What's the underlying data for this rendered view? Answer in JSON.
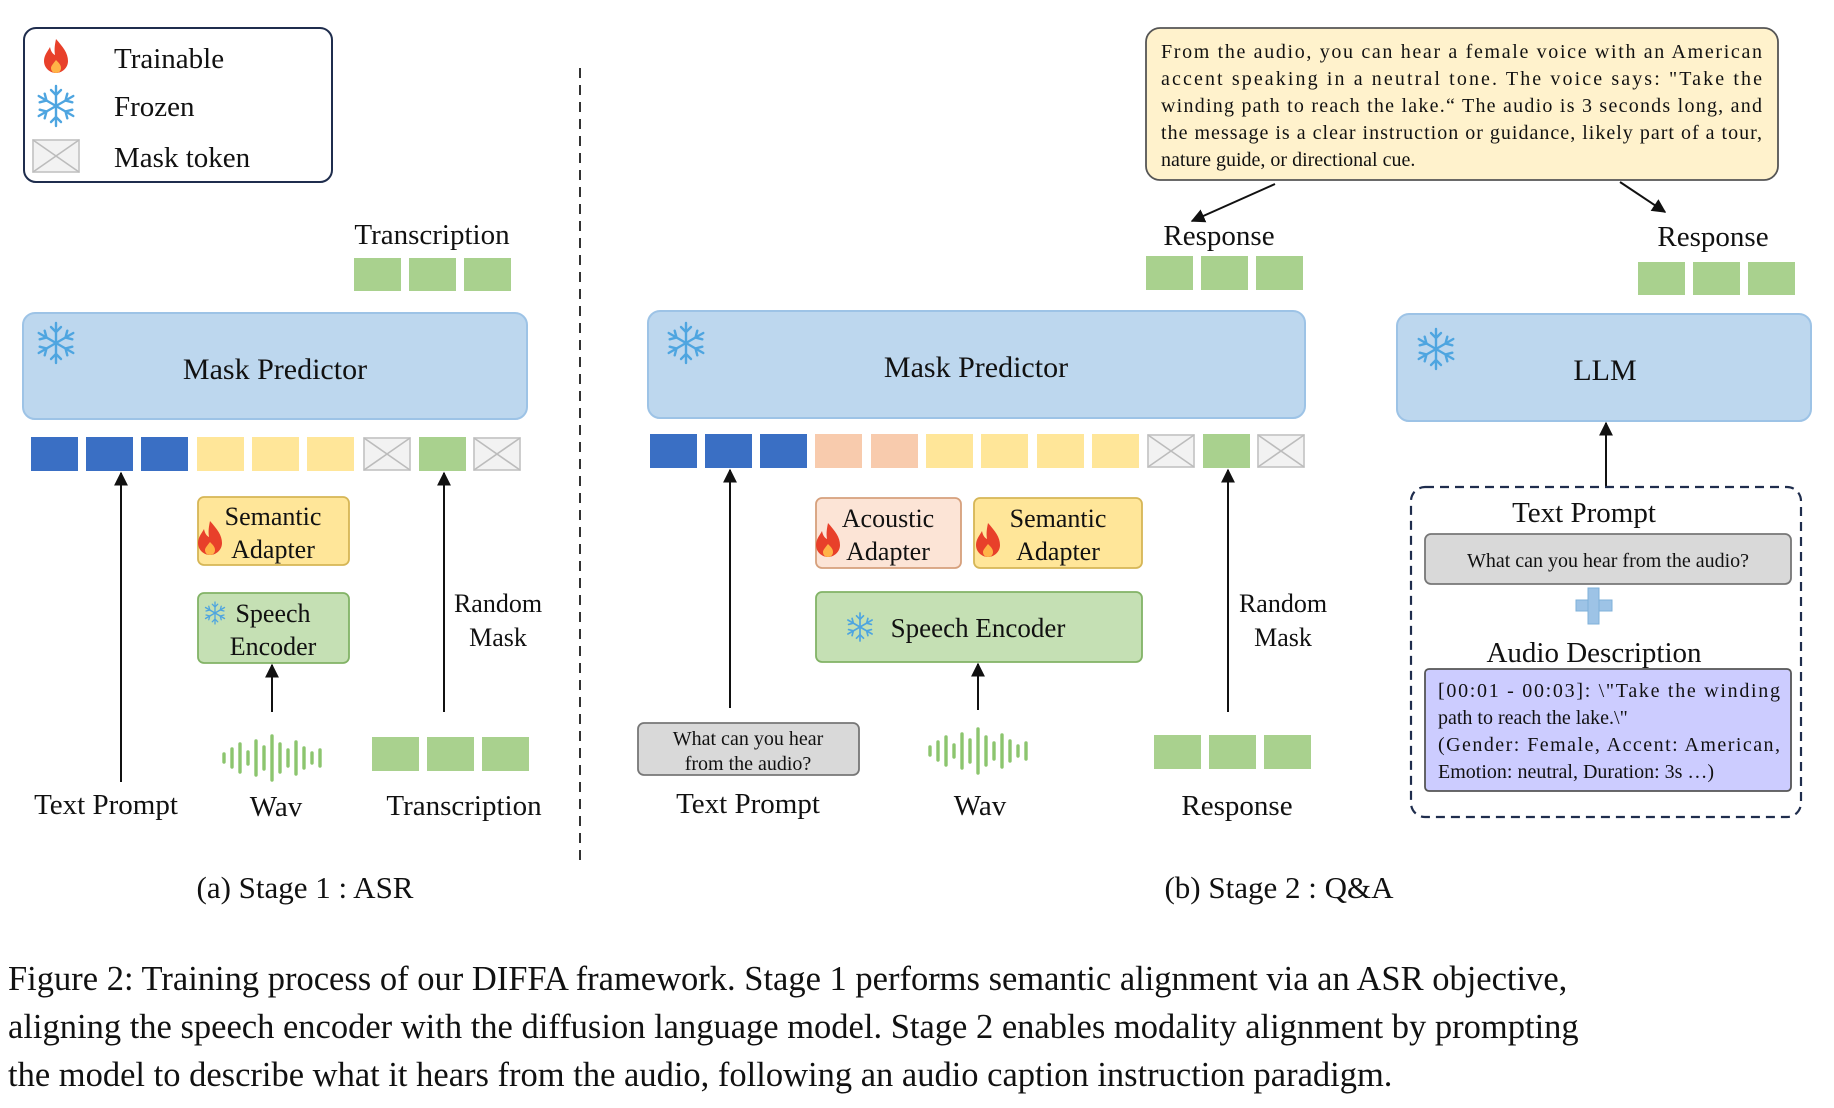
{
  "legend": {
    "trainable": "Trainable",
    "frozen": "Frozen",
    "mask_token": "Mask token"
  },
  "stage1": {
    "transcription_top": "Transcription",
    "mask_predictor": "Mask Predictor",
    "semantic_adapter": [
      "Semantic",
      "Adapter"
    ],
    "speech_encoder": [
      "Speech",
      "Encoder"
    ],
    "random_mask": [
      "Random",
      "Mask"
    ],
    "text_prompt": "Text Prompt",
    "wav": "Wav",
    "transcription_bottom": "Transcription",
    "label": "(a) Stage 1 : ASR"
  },
  "stage2": {
    "response_bubble": [
      "From the audio, you can hear a female voice with an American",
      "accent speaking in a neutral tone. The voice says: \"Take the",
      "winding path to reach the lake.“ The audio is 3 seconds long, and",
      "the message is a clear instruction or guidance, likely part of a tour,",
      "nature guide, or directional cue."
    ],
    "response_left": "Response",
    "response_right": "Response",
    "mask_predictor": "Mask Predictor",
    "llm": "LLM",
    "acoustic_adapter": [
      "Acoustic",
      "Adapter"
    ],
    "semantic_adapter": [
      "Semantic",
      "Adapter"
    ],
    "speech_encoder": "Speech Encoder",
    "random_mask": [
      "Random",
      "Mask"
    ],
    "prompt_box": [
      "What can you hear",
      "from the audio?"
    ],
    "text_prompt": "Text Prompt",
    "wav": "Wav",
    "response_bottom": "Response",
    "text_prompt_title": "Text Prompt",
    "question": "What can you hear from the audio?",
    "audio_description_title": "Audio Description",
    "audio_description": [
      "[00:01 - 00:03]: \\\"Take the winding",
      "path to reach the lake.\\\"",
      "(Gender: Female, Accent: American,",
      "Emotion: neutral, Duration: 3s …)"
    ],
    "label": "(b) Stage 2 : Q&A"
  },
  "caption": [
    "Figure 2: Training process of our DIFFA framework. Stage 1 performs semantic alignment via an ASR objective,",
    "aligning the speech encoder with the diffusion language model. Stage 2 enables modality alignment by prompting",
    "the model to describe what it hears from the audio, following an audio caption instruction paradigm."
  ],
  "colors": {
    "mask_predictor": "#bdd7ee",
    "text_token": "#3a6fc4",
    "semantic_token": "#ffe699",
    "acoustic_token": "#f8cbad",
    "response_token": "#a9d18e",
    "encoder": "#c5e0b4",
    "adapter": "#ffe699",
    "acoustic_adapter": "#fce4d6",
    "bubble": "#fff2cc",
    "prompt_gray": "#d9d9d9",
    "audio_desc": "#ccccff",
    "frozen_icon": "#4ea5e0",
    "fire_icon": "#e8402a"
  },
  "icons": [
    "fire-icon",
    "snowflake-icon",
    "mask-token-icon",
    "waveform-icon",
    "plus-icon"
  ]
}
